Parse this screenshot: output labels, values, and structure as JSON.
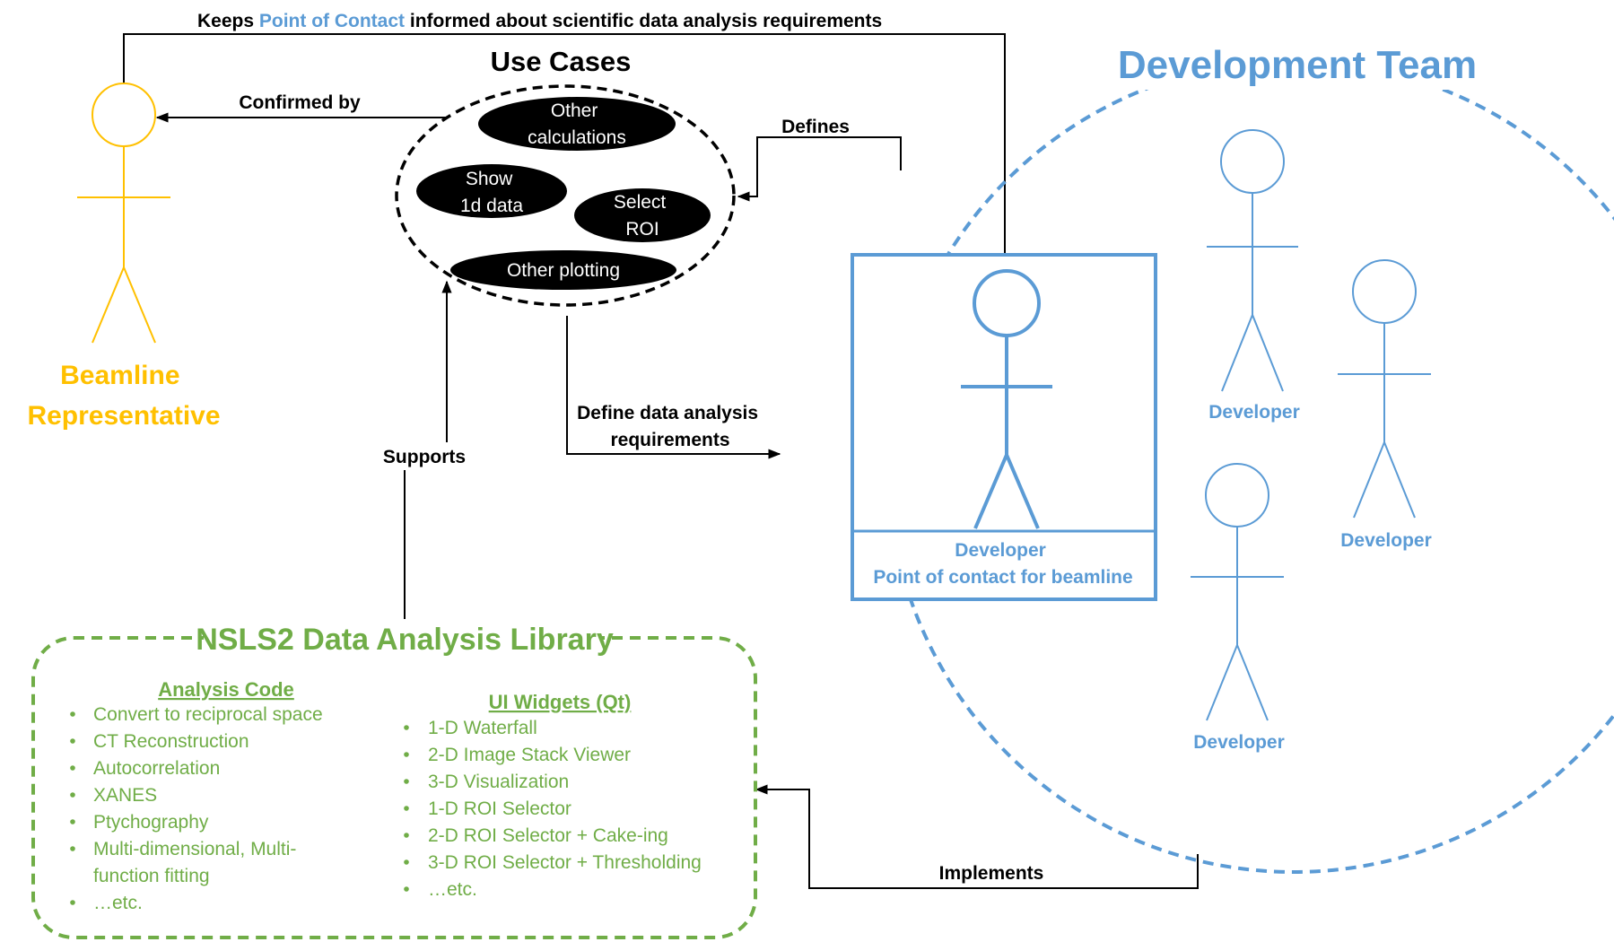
{
  "colors": {
    "beamline": "#ffc000",
    "team": "#5b9bd5",
    "library": "#70ad47",
    "black": "#000000"
  },
  "top_label": {
    "prefix": "Keeps ",
    "highlight": "Point of Contact",
    "suffix": " informed about scientific data analysis requirements"
  },
  "use_cases": {
    "title": "Use Cases",
    "items": [
      {
        "line1": "Other",
        "line2": "calculations"
      },
      {
        "line1": "Show",
        "line2": "1d data"
      },
      {
        "line1": "Select",
        "line2": "ROI"
      },
      {
        "line1": "Other plotting",
        "line2": ""
      }
    ]
  },
  "beamline_rep": {
    "line1": "Beamline",
    "line2": "Representative"
  },
  "team": {
    "title": "Development Team",
    "contact_line1": "Developer",
    "contact_line2": "Point of contact for beamline",
    "developer_label": "Developer"
  },
  "arrows": {
    "confirmed_by": "Confirmed by",
    "defines": "Defines",
    "define_req_line1": "Define data analysis",
    "define_req_line2": "requirements",
    "supports": "Supports",
    "implements": "Implements"
  },
  "library": {
    "title": "NSLS2 Data Analysis Library",
    "analysis_heading": "Analysis Code",
    "analysis_items": [
      "Convert to reciprocal space",
      "CT Reconstruction",
      "Autocorrelation",
      "XANES",
      "Ptychography",
      "Multi-dimensional, Multi-",
      "function fitting",
      "…etc."
    ],
    "widgets_heading": "UI Widgets (Qt)",
    "widgets_items": [
      "1-D Waterfall",
      "2-D Image Stack Viewer",
      "3-D Visualization",
      "1-D ROI Selector",
      "2-D ROI Selector + Cake-ing",
      "3-D ROI Selector + Thresholding",
      "…etc."
    ]
  }
}
